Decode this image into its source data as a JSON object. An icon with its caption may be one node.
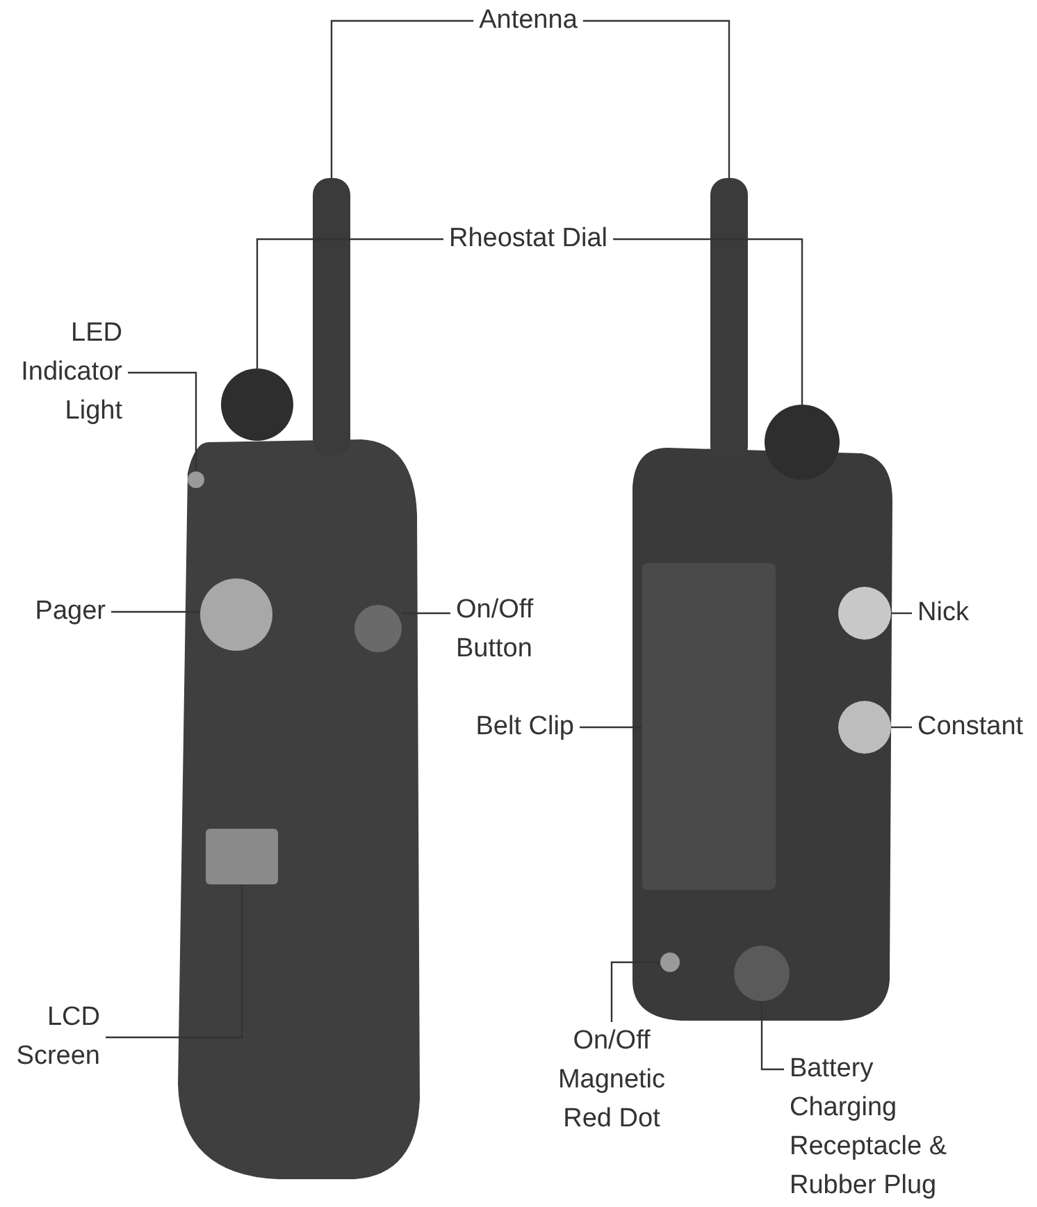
{
  "diagram": {
    "nodes": [
      {
        "text": [
          "Antenna"
        ]
      },
      {
        "text": [
          "Rheostat Dial"
        ]
      },
      {
        "text": [
          "LED Indicator Light"
        ]
      },
      {
        "text": [
          "Pager"
        ]
      },
      {
        "text": [
          "On/Off Button"
        ]
      },
      {
        "text": [
          "Nick"
        ]
      },
      {
        "text": [
          "Belt Clip"
        ]
      },
      {
        "text": [
          "Constant"
        ]
      },
      {
        "text": [
          "LCD Screen"
        ]
      },
      {
        "text": [
          "On/Off Magnetic Red Dot"
        ]
      },
      {
        "text": [
          "Battery Charging Receptacle & Rubber Plug"
        ]
      },
      {
        "text": [],
        "shape": "bar"
      },
      {
        "text": [],
        "shape": "bar"
      },
      {
        "text": [],
        "shape": "circle"
      },
      {
        "text": [],
        "shape": "circle"
      },
      {
        "text": [],
        "shape": "circle"
      },
      {
        "text": [],
        "shape": "circle"
      },
      {
        "text": [],
        "shape": "circle"
      },
      {
        "text": [],
        "shape": "circle"
      },
      {
        "text": [],
        "shape": "box"
      },
      {
        "text": [],
        "shape": "circle"
      },
      {
        "text": [],
        "shape": "box"
      },
      {
        "text": [],
        "shape": "circle"
      },
      {
        "text": [],
        "shape": "circle"
      }
    ],
    "edges": [
      {
        "from": 0,
        "to": 11,
        "arrow": "none"
      },
      {
        "from": 0,
        "to": 12,
        "arrow": "none"
      },
      {
        "from": 1,
        "to": 13,
        "arrow": "none"
      },
      {
        "from": 1,
        "to": 14,
        "arrow": "none"
      },
      {
        "from": 2,
        "to": 15,
        "arrow": "none"
      },
      {
        "from": 3,
        "to": 16,
        "arrow": "none"
      },
      {
        "from": 4,
        "to": 17,
        "arrow": "none"
      },
      {
        "from": 5,
        "to": 18,
        "arrow": "none"
      },
      {
        "from": 6,
        "to": 19,
        "arrow": "none"
      },
      {
        "from": 7,
        "to": 20,
        "arrow": "none"
      },
      {
        "from": 8,
        "to": 21,
        "arrow": "none"
      },
      {
        "from": 9,
        "to": 22,
        "arrow": "none"
      },
      {
        "from": 10,
        "to": 23,
        "arrow": "none"
      }
    ]
  }
}
